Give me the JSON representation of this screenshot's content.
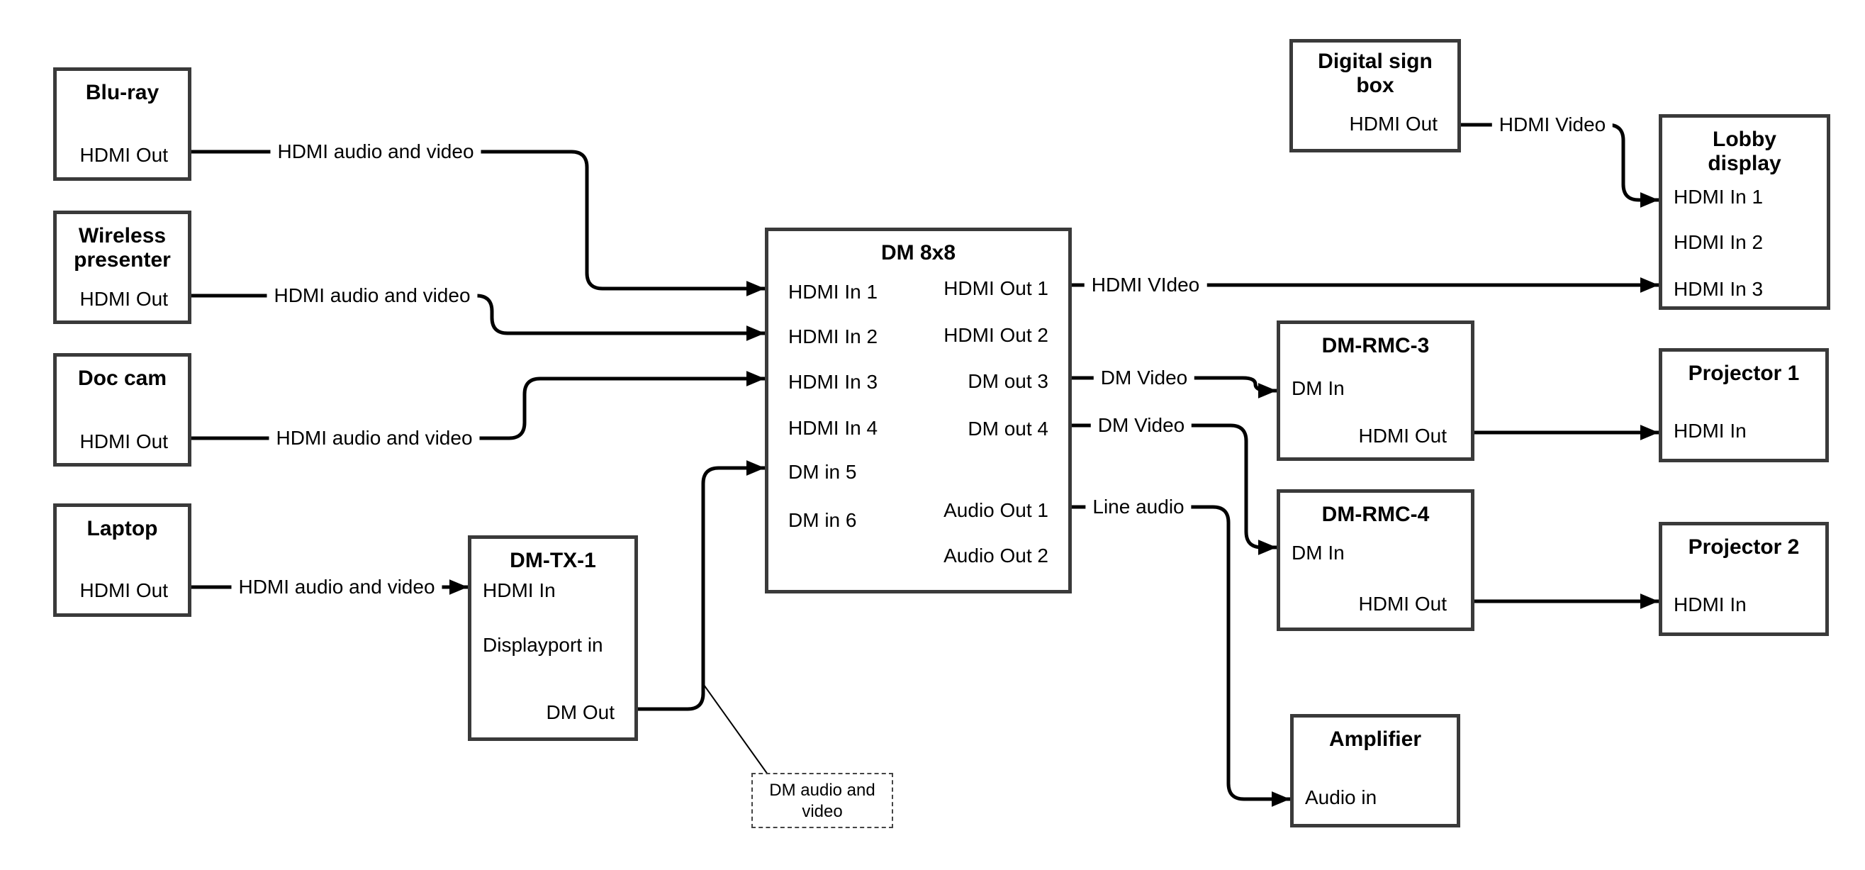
{
  "diagram": {
    "colors": {
      "background": "#ffffff",
      "box_border": "#3a3a3a",
      "wire": "#000000",
      "text": "#000000"
    },
    "nodes": [
      {
        "id": "blu-ray",
        "title": "Blu-ray",
        "ports": {
          "out": "HDMI Out"
        }
      },
      {
        "id": "wireless-presenter",
        "title": "Wireless\npresenter",
        "ports": {
          "out": "HDMI Out"
        }
      },
      {
        "id": "doc-cam",
        "title": "Doc cam",
        "ports": {
          "out": "HDMI Out"
        }
      },
      {
        "id": "laptop",
        "title": "Laptop",
        "ports": {
          "out": "HDMI Out"
        }
      },
      {
        "id": "dm-tx-1",
        "title": "DM-TX-1",
        "ports": {
          "in1": "HDMI In",
          "in2": "Displayport in",
          "out": "DM Out"
        }
      },
      {
        "id": "dm-8x8",
        "title": "DM 8x8",
        "ports_left": [
          "HDMI In 1",
          "HDMI In 2",
          "HDMI In 3",
          "HDMI In 4",
          "DM in 5",
          "DM in 6"
        ],
        "ports_right": [
          "HDMI Out 1",
          "HDMI Out 2",
          "DM out 3",
          "DM out 4",
          "Audio Out 1",
          "Audio Out 2"
        ]
      },
      {
        "id": "digital-sign-box",
        "title": "Digital sign\nbox",
        "ports": {
          "out": "HDMI Out"
        }
      },
      {
        "id": "lobby-display",
        "title": "Lobby\ndisplay",
        "ports": {
          "in1": "HDMI In 1",
          "in2": "HDMI In 2",
          "in3": "HDMI In 3"
        }
      },
      {
        "id": "dm-rmc-3",
        "title": "DM-RMC-3",
        "ports": {
          "in": "DM In",
          "out": "HDMI Out"
        }
      },
      {
        "id": "projector-1",
        "title": "Projector 1",
        "ports": {
          "in": "HDMI In"
        }
      },
      {
        "id": "dm-rmc-4",
        "title": "DM-RMC-4",
        "ports": {
          "in": "DM In",
          "out": "HDMI Out"
        }
      },
      {
        "id": "projector-2",
        "title": "Projector 2",
        "ports": {
          "in": "HDMI In"
        }
      },
      {
        "id": "amplifier",
        "title": "Amplifier",
        "ports": {
          "in": "Audio in"
        }
      }
    ],
    "connections": [
      {
        "from": "Blu-ray HDMI Out",
        "to": "DM 8x8 HDMI In 1",
        "label": "HDMI audio and video"
      },
      {
        "from": "Wireless presenter HDMI Out",
        "to": "DM 8x8 HDMI In 2",
        "label": "HDMI audio and video"
      },
      {
        "from": "Doc cam HDMI Out",
        "to": "DM 8x8 HDMI In 3",
        "label": "HDMI audio and video"
      },
      {
        "from": "Laptop HDMI Out",
        "to": "DM-TX-1 HDMI In",
        "label": "HDMI audio and video"
      },
      {
        "from": "DM-TX-1 DM Out",
        "to": "DM 8x8 DM in 5",
        "label": ""
      },
      {
        "from": "DM 8x8 HDMI Out 1",
        "to": "Lobby display HDMI In 3",
        "label": "HDMI VIdeo"
      },
      {
        "from": "DM 8x8 DM out 3",
        "to": "DM-RMC-3 DM In",
        "label": "DM Video"
      },
      {
        "from": "DM 8x8 DM out 4",
        "to": "DM-RMC-4 DM In",
        "label": "DM Video"
      },
      {
        "from": "DM 8x8 Audio Out 1",
        "to": "Amplifier Audio in",
        "label": "Line audio"
      },
      {
        "from": "Digital sign box HDMI Out",
        "to": "Lobby display HDMI In 1",
        "label": "HDMI Video"
      },
      {
        "from": "DM-RMC-3 HDMI Out",
        "to": "Projector 1 HDMI In",
        "label": ""
      },
      {
        "from": "DM-RMC-4 HDMI Out",
        "to": "Projector 2 HDMI In",
        "label": ""
      }
    ],
    "annotation": {
      "text": "DM audio and video"
    }
  }
}
